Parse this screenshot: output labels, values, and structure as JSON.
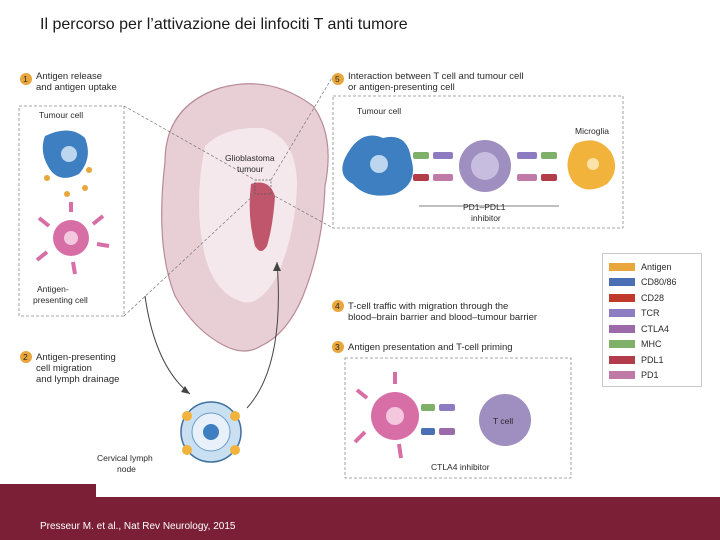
{
  "slide": {
    "title": "Il percorso per l’attivazione dei linfociti T anti tumore",
    "citation": "Presseur M. et al., Nat Rev Neurology, 2015"
  },
  "colors": {
    "brand": "#7a1f35",
    "brain": "#e8cfd6",
    "tumour": "#c0566b",
    "tumour_cell": "#3e7fc1",
    "antigen_cell": "#d76fa6",
    "microglia": "#f2b33d",
    "t_cell": "#9e8fc0"
  },
  "diagram": {
    "step1": {
      "number": "1",
      "line1": "Antigen release",
      "line2": "and antigen uptake"
    },
    "step2": {
      "number": "2",
      "line1": "Antigen-presenting",
      "line2": "cell migration",
      "line3": "and lymph drainage"
    },
    "step3": {
      "number": "3",
      "line1": "Antigen presentation and T-cell priming"
    },
    "step4": {
      "number": "4",
      "line1": "T-cell traffic with migration through the",
      "line2": "blood–brain barrier and blood–tumour barrier"
    },
    "step5": {
      "number": "5",
      "line1": "Interaction between T cell and tumour cell",
      "line2": "or antigen-presenting cell"
    },
    "labels": {
      "tumour_cell_left": "Tumour cell",
      "antigen_presenting_1": "Antigen-",
      "antigen_presenting_2": "presenting cell",
      "glioblastoma_1": "Glioblastoma",
      "glioblastoma_2": "tumour",
      "cervical_1": "Cervical lymph",
      "cervical_2": "node",
      "tumour_cell_top": "Tumour cell",
      "microglia": "Microglia",
      "pd1_pdl1_1": "PD1–PDL1",
      "pd1_pdl1_2": "inhibitor",
      "t_cell": "T cell",
      "ctla4_inhibitor": "CTLA4 inhibitor"
    }
  },
  "legend": {
    "items": [
      {
        "label": "Antigen",
        "color": "#e9a63b"
      },
      {
        "label": "CD80/86",
        "color": "#4a6fb5"
      },
      {
        "label": "CD28",
        "color": "#c0392b"
      },
      {
        "label": "TCR",
        "color": "#8e7cc3"
      },
      {
        "label": "CTLA4",
        "color": "#9b6aa8"
      },
      {
        "label": "MHC",
        "color": "#7fb069"
      },
      {
        "label": "PDL1",
        "color": "#b33c4b"
      },
      {
        "label": "PD1",
        "color": "#c07aa8"
      }
    ]
  }
}
